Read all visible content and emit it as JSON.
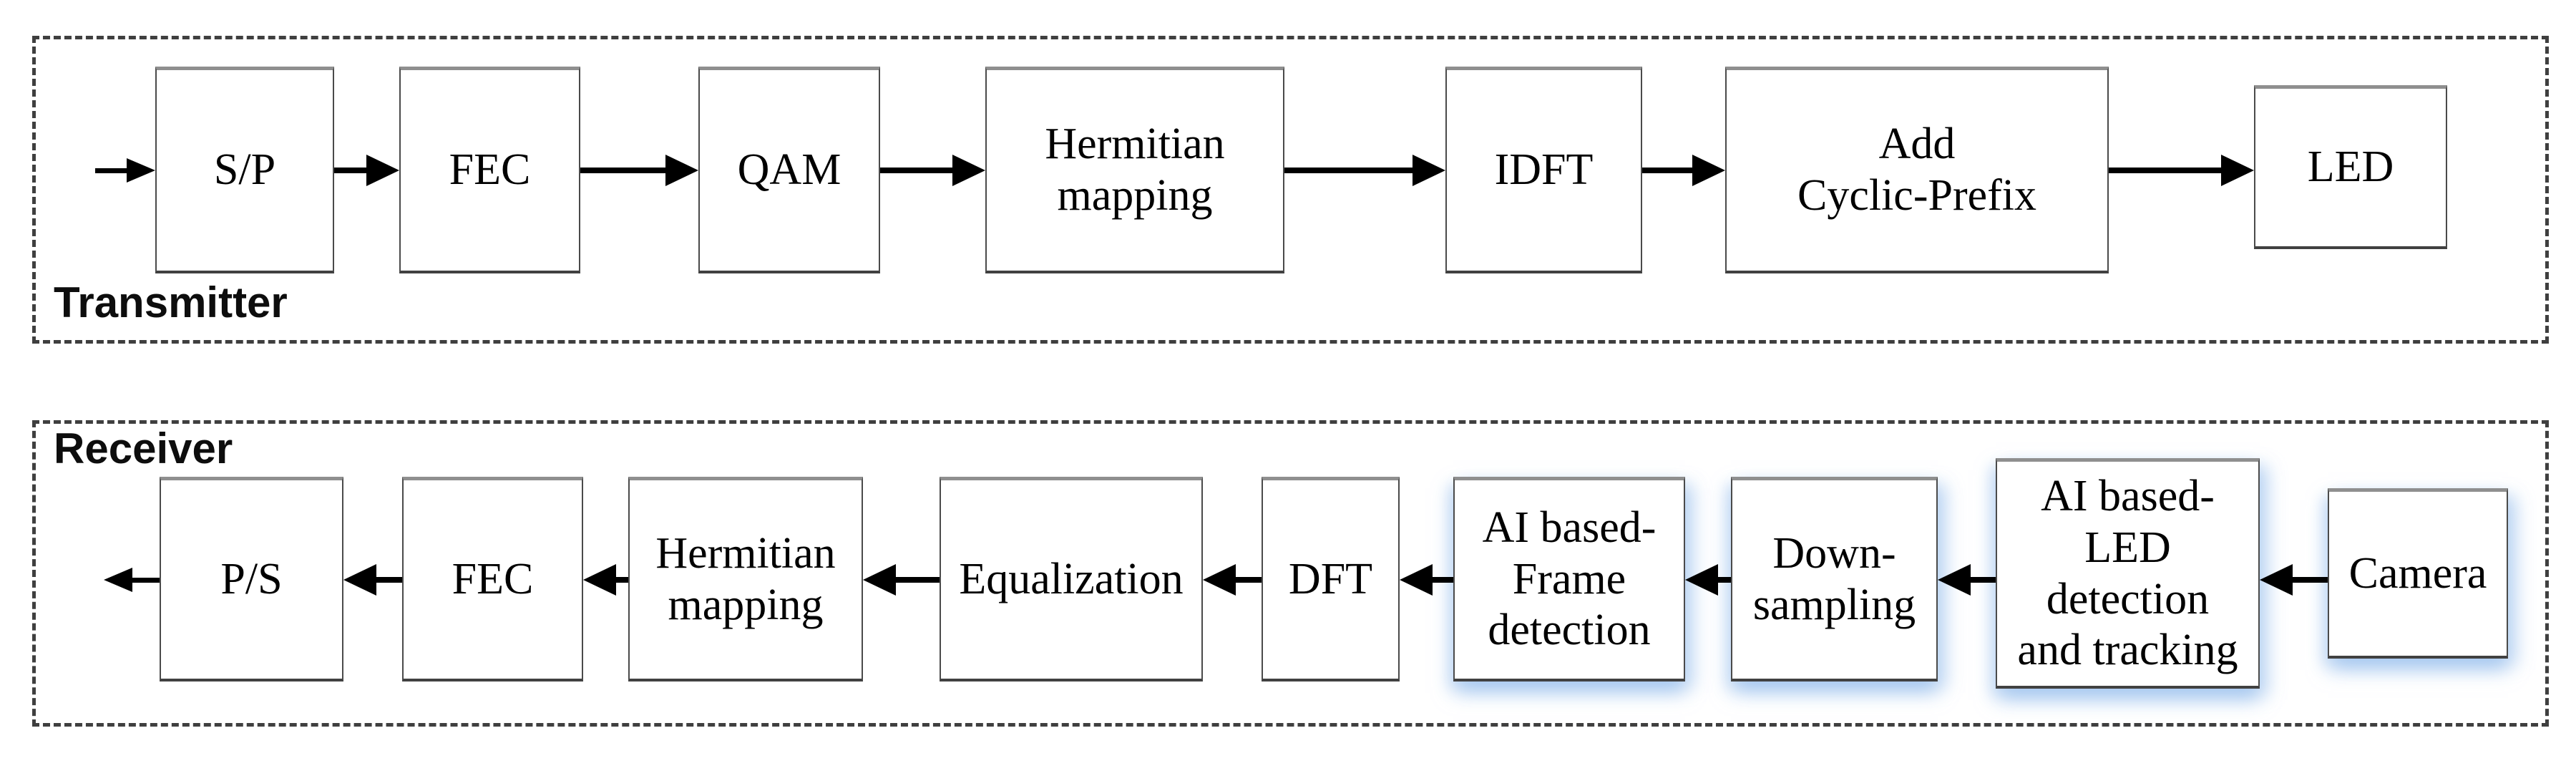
{
  "colors": {
    "background": "#ffffff",
    "text": "#000000",
    "box_border": "#4a4a4a",
    "box_top_edge": "#8f8f8f",
    "dashed_border": "#3f3f3f",
    "ai_glow_shadow": "#a9c9ec"
  },
  "transmitter": {
    "title": "Transmitter",
    "flow": "left-to-right",
    "blocks": [
      {
        "label": "S/P"
      },
      {
        "label": "FEC"
      },
      {
        "label": "QAM"
      },
      {
        "label": "Hermitian\nmapping"
      },
      {
        "label": "IDFT"
      },
      {
        "label": "Add\nCyclic-Prefix"
      },
      {
        "label": "LED"
      }
    ]
  },
  "receiver": {
    "title": "Receiver",
    "flow": "right-to-left",
    "blocks": [
      {
        "label": "P/S"
      },
      {
        "label": "FEC"
      },
      {
        "label": "Hermitian\nmapping"
      },
      {
        "label": "Equalization"
      },
      {
        "label": "DFT"
      },
      {
        "label": "AI based-\nFrame\ndetection",
        "highlighted": true
      },
      {
        "label": "Down-\nsampling",
        "highlighted": true
      },
      {
        "label": "AI based-\nLED\ndetection\nand tracking",
        "highlighted": true
      },
      {
        "label": "Camera",
        "highlighted": true
      }
    ]
  }
}
